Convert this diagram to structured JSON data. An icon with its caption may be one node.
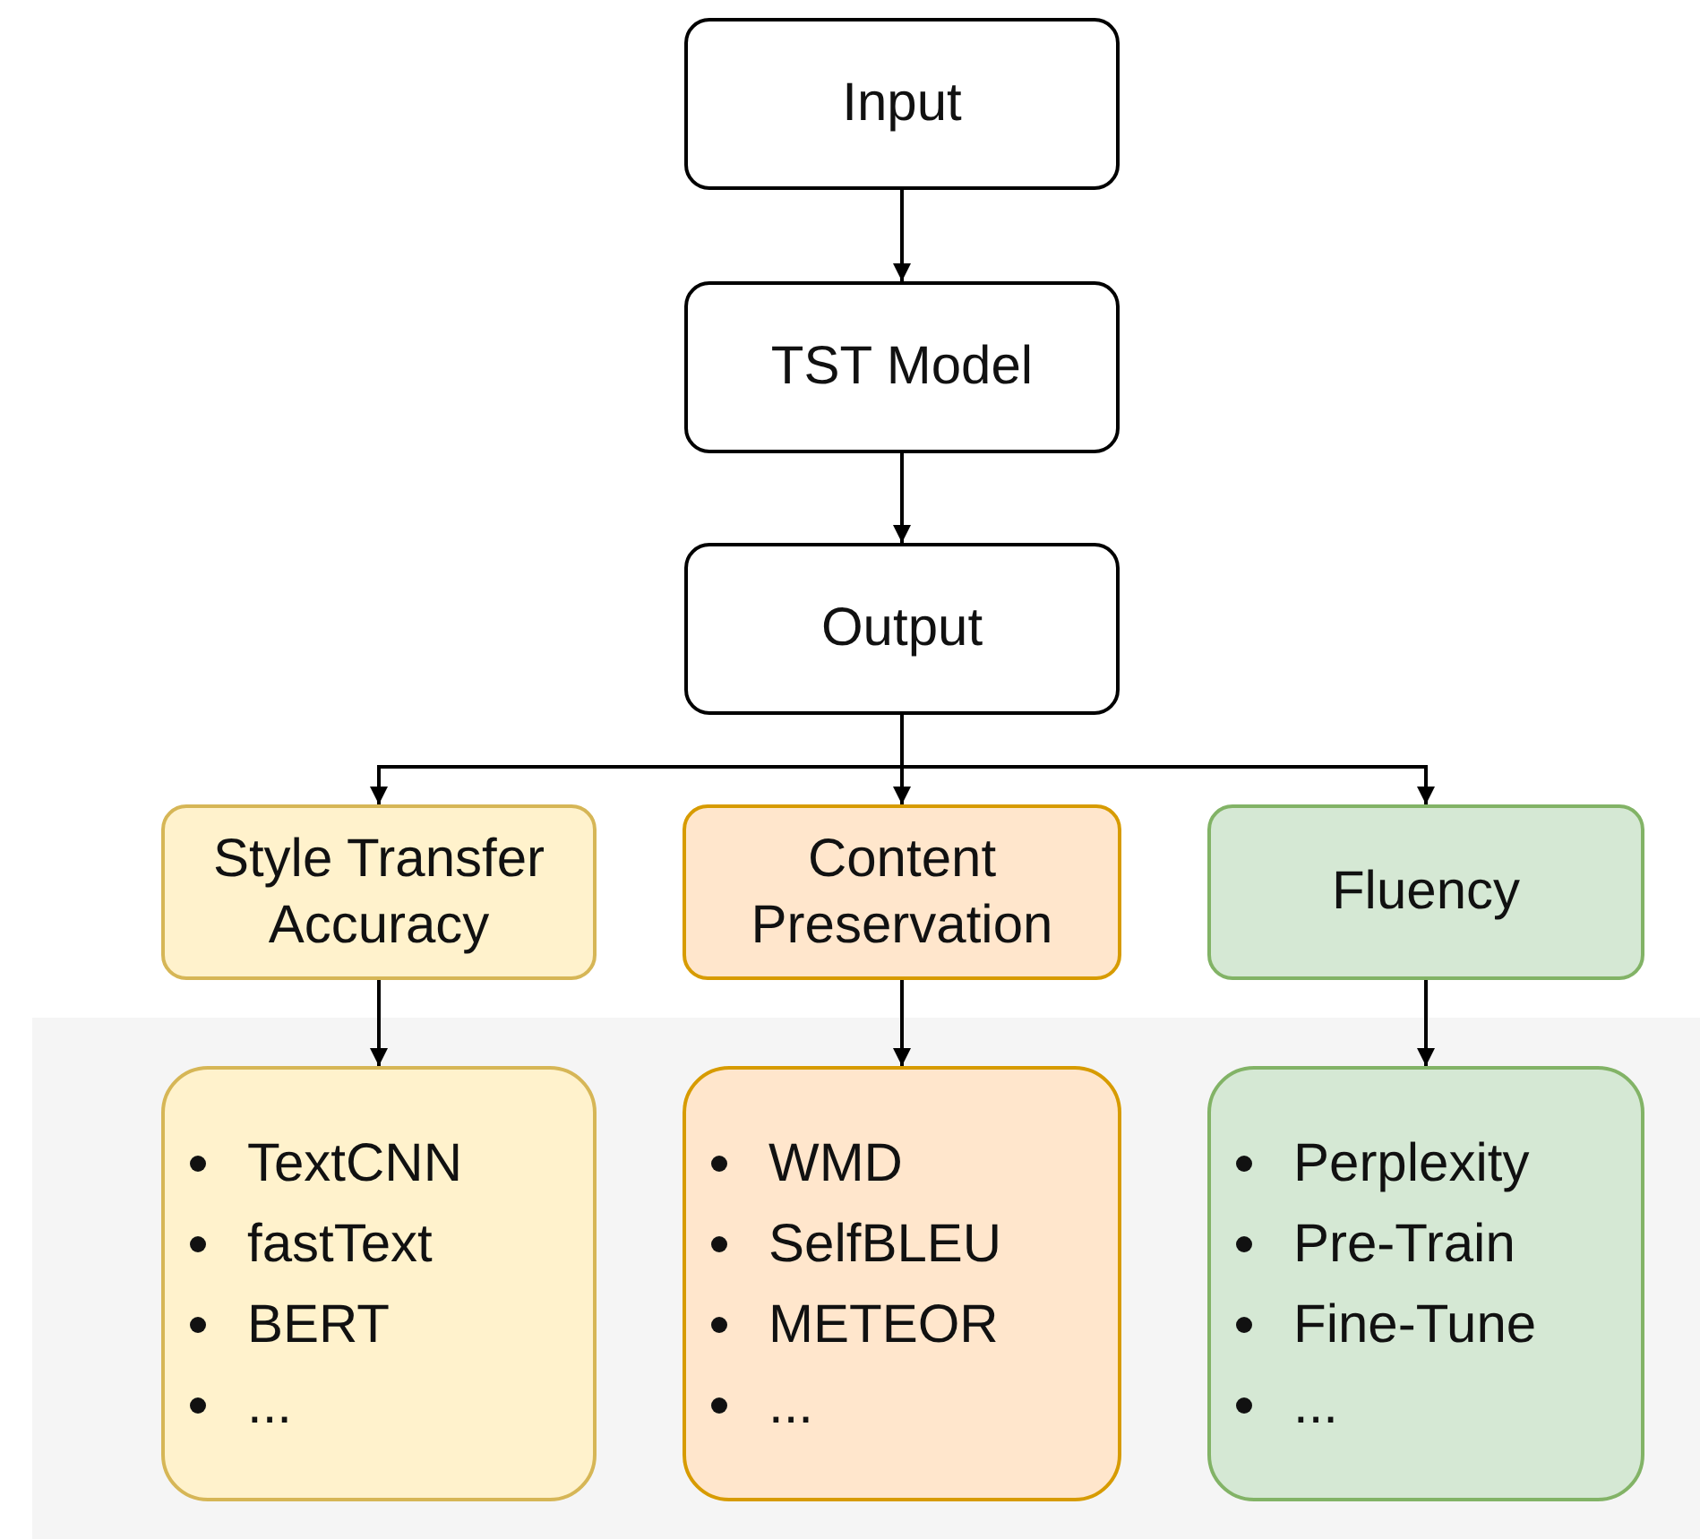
{
  "diagram": {
    "nodes": [
      {
        "text": [
          "Input"
        ]
      },
      {
        "text": [
          "TST Model"
        ]
      },
      {
        "text": [
          "Output"
        ]
      },
      {
        "text": [
          "Style Transfer Accuracy"
        ]
      },
      {
        "text": [
          "Content Preservation"
        ]
      },
      {
        "text": [
          "Fluency"
        ]
      },
      {
        "text": [
          "TextCNN",
          "fastText",
          "BERT",
          "..."
        ]
      },
      {
        "text": [
          "WMD",
          "SelfBLEU",
          "METEOR",
          "..."
        ]
      },
      {
        "text": [
          "Perplexity",
          "Pre-Train",
          "Fine-Tune",
          "..."
        ]
      }
    ],
    "edges": [
      {
        "from": 0,
        "to": 1,
        "arrow": "to"
      },
      {
        "from": 1,
        "to": 2,
        "arrow": "to"
      },
      {
        "from": 2,
        "to": 3,
        "arrow": "to"
      },
      {
        "from": 2,
        "to": 4,
        "arrow": "to"
      },
      {
        "from": 2,
        "to": 5,
        "arrow": "to"
      },
      {
        "from": 3,
        "to": 6,
        "arrow": "to"
      },
      {
        "from": 4,
        "to": 7,
        "arrow": "to"
      },
      {
        "from": 5,
        "to": 8,
        "arrow": "to"
      }
    ]
  }
}
